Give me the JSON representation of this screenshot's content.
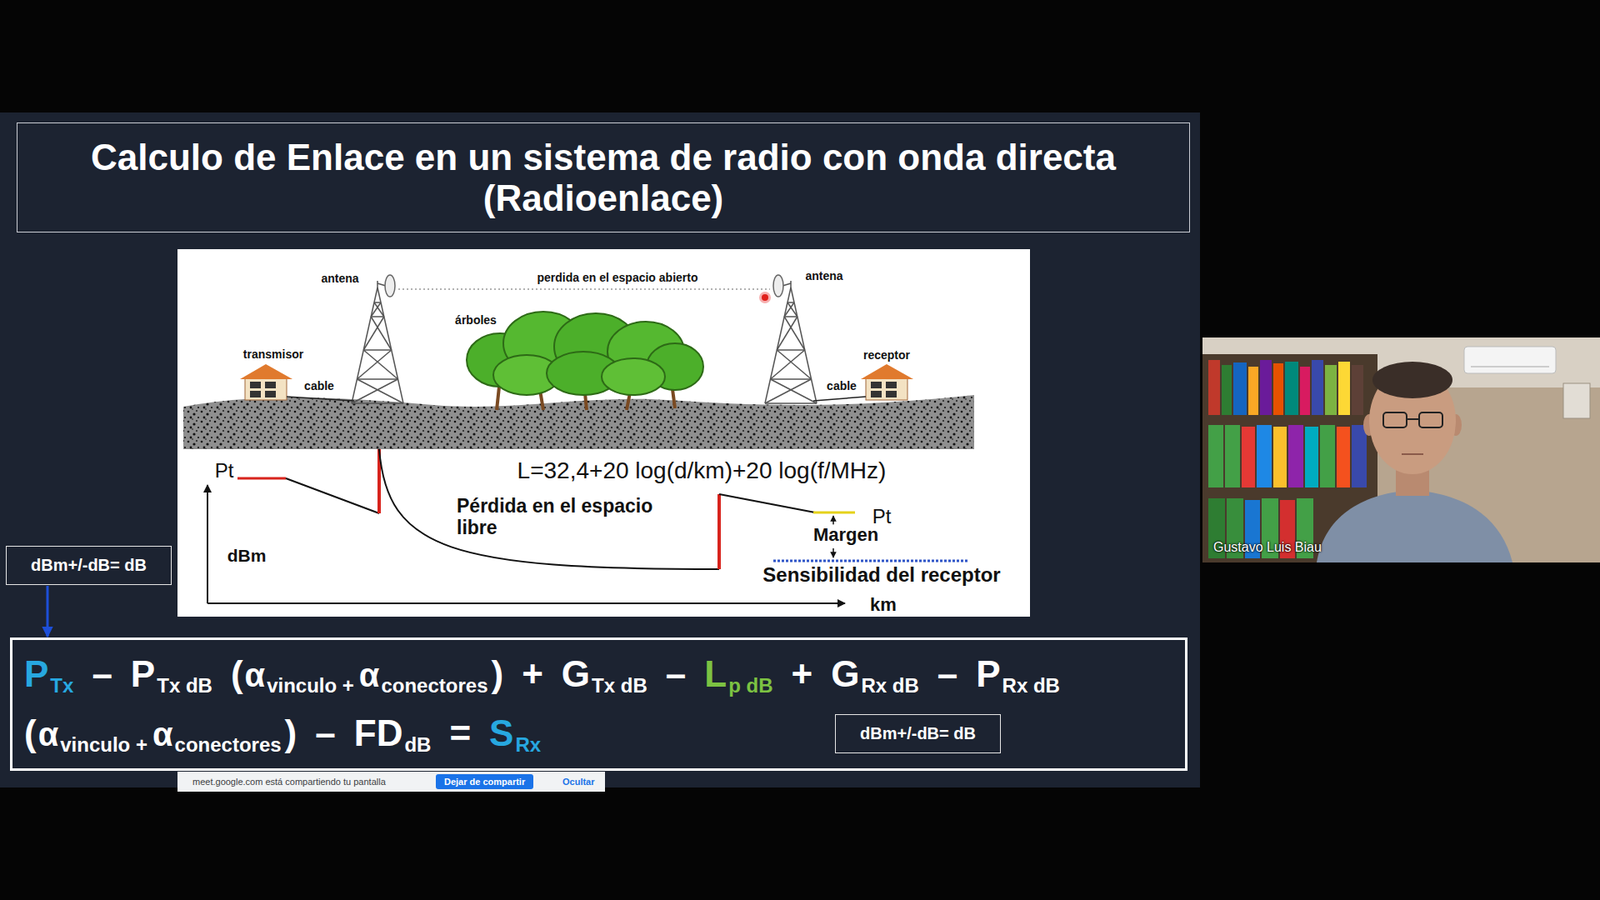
{
  "diagram": {
    "title": "Calculo de Enlace en un sistema de radio con onda directa (Radioenlace)",
    "nodes": [
      {
        "text": [
          "dBm+/-dB= dB"
        ]
      },
      {
        "text": [
          "P",
          "Tx",
          "–",
          "P",
          "Tx dB",
          "(",
          "α",
          "vinculo +",
          "α",
          "conectores",
          ")",
          "+",
          "G",
          "Tx dB",
          "–",
          "L",
          "p dB",
          "+",
          "G",
          "Rx dB",
          "–",
          "P",
          "Rx dB",
          "(",
          "α",
          "vinculo +",
          "α",
          "conectores",
          ")",
          "–",
          "FD",
          "dB",
          "=",
          "S",
          "Rx"
        ]
      },
      {
        "text": [
          "dBm+/-dB= dB"
        ],
        "in": 1
      },
      {
        "text": [
          "meet.google.com está compartiendo tu pantalla",
          "Ocultar"
        ]
      },
      {
        "text": [
          "Dejar de compartir"
        ],
        "in": 3
      }
    ],
    "edges": [
      {
        "from": 0,
        "to": 1,
        "arrow": "to"
      }
    ],
    "labels": [
      "antena",
      "perdida en el espacio abierto",
      "antena",
      "árboles",
      "transmisor",
      "receptor",
      "cable",
      "cable",
      "Pt",
      "L=32,4+20 log(d/km)+20 log(f/MHz)",
      "Pérdida en el espacio libre",
      "Pt",
      "Margen",
      "dBm",
      "Sensibilidad del receptor",
      "km",
      "Gustavo Luis Biau"
    ]
  }
}
